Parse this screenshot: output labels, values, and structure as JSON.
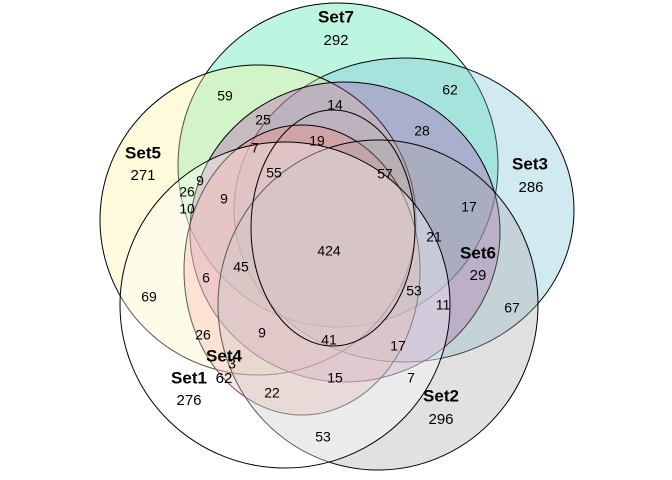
{
  "sets": [
    {
      "id": "set7",
      "name": "Set7",
      "count": "292",
      "color": "#3ee6a6"
    },
    {
      "id": "set3",
      "name": "Set3",
      "count": "286",
      "color": "#7ac3d6"
    },
    {
      "id": "set5",
      "name": "Set5",
      "count": "271",
      "color": "#fdf29a"
    },
    {
      "id": "set6",
      "name": "Set6",
      "count": "29",
      "color": "#b24fae"
    },
    {
      "id": "set4",
      "name": "Set4",
      "count": "62",
      "color": "#f48a7a"
    },
    {
      "id": "set2",
      "name": "Set2",
      "count": "296",
      "color": "#a9a9a9"
    },
    {
      "id": "set1",
      "name": "Set1",
      "count": "276",
      "color": "#ffffff"
    }
  ],
  "region_counts": {
    "r59": "59",
    "r62": "62",
    "r14": "14",
    "r25": "25",
    "r28": "28",
    "r7": "7",
    "r19": "19",
    "r55": "55",
    "r57": "57",
    "r26a": "26",
    "r9a": "9",
    "r10": "10",
    "r9b": "9",
    "r17a": "17",
    "r424": "424",
    "r21": "21",
    "r45": "45",
    "r69": "69",
    "r6": "6",
    "r53": "53",
    "r11": "11",
    "r67": "67",
    "r26b": "26",
    "r9c": "9",
    "r41": "41",
    "r17b": "17",
    "r3": "3",
    "r15": "15",
    "r7b": "7",
    "r22": "22",
    "r53b": "53"
  }
}
